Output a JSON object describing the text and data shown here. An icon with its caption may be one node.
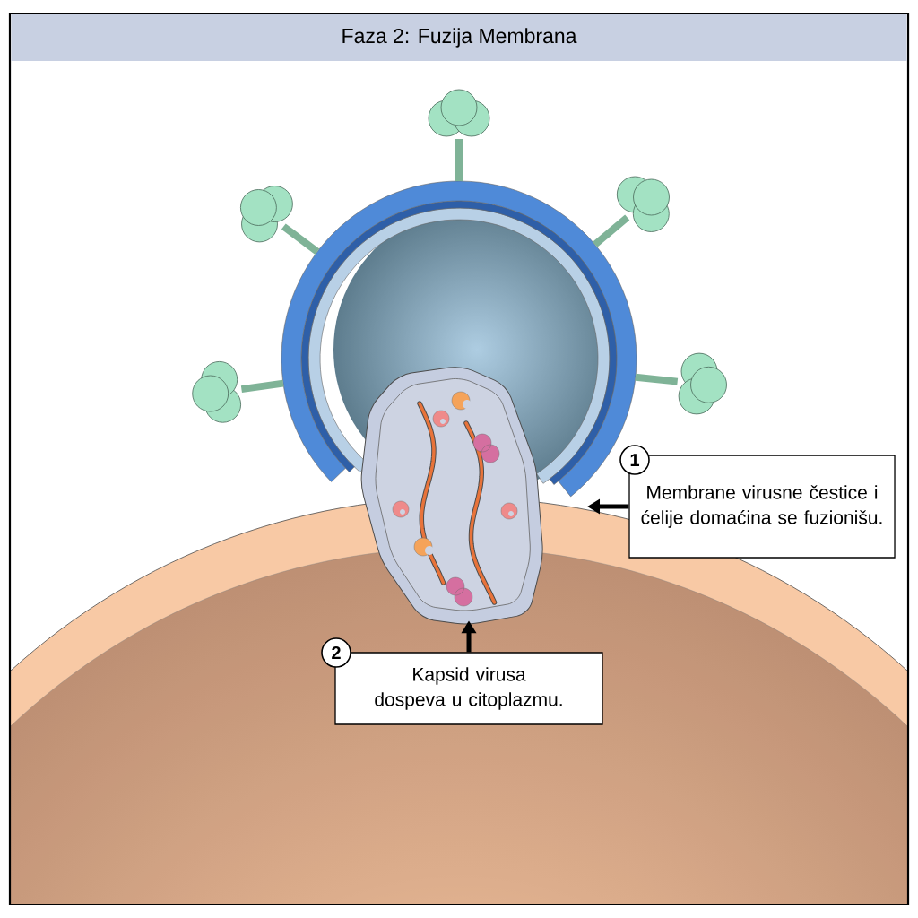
{
  "diagram": {
    "title": "Faza 2: Fuzija Membrana",
    "nodes": [
      {
        "text": [
          "Membrane virusne čestice i ćelije domaćina se fuzionišu."
        ]
      },
      {
        "text": [
          "1"
        ]
      },
      {
        "text": [
          "Kapsid virusa dospeva u citoplazmu."
        ]
      },
      {
        "text": [
          "2"
        ]
      },
      {
        "text": [],
        "shape": "picture"
      }
    ],
    "edges": [
      {
        "from": 0,
        "to": null,
        "arrow": "to"
      },
      {
        "from": 2,
        "to": 4,
        "arrow": "to"
      }
    ]
  }
}
